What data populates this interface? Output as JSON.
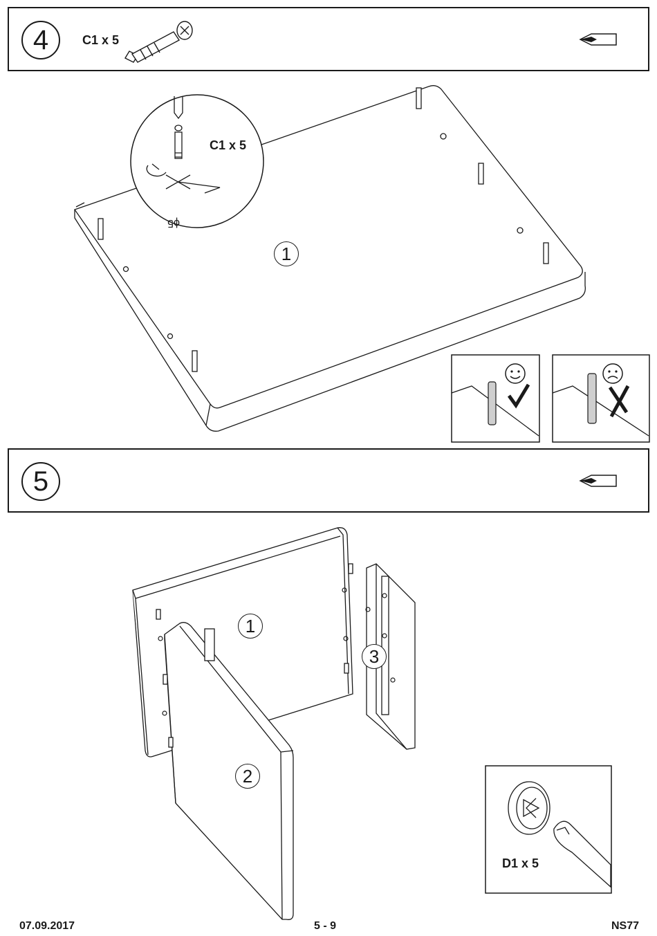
{
  "step4": {
    "number": "4",
    "part_label": "C1 x 5",
    "callout_label": "C1 x 5",
    "dimension": "ϕ5",
    "part_number": "1",
    "correct_icon": "smiley-check",
    "wrong_icon": "frown-cross"
  },
  "step5": {
    "number": "5",
    "parts": [
      "1",
      "2",
      "3"
    ],
    "detail_label": "D1 x 5"
  },
  "footer": {
    "date": "07.09.2017",
    "page": "5 - 9",
    "code": "NS77"
  }
}
